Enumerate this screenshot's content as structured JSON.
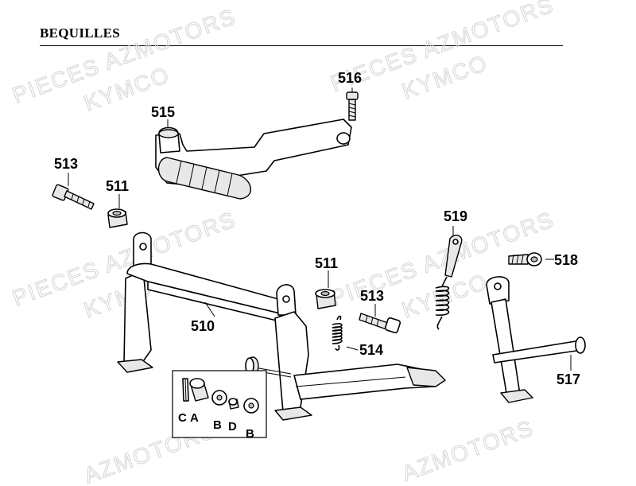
{
  "page": {
    "title": "BEQUILLES"
  },
  "watermarks": [
    {
      "text": "PIECES AZMOTORS"
    },
    {
      "text": "KYMCO"
    },
    {
      "text": "PIECES AZMOTORS"
    },
    {
      "text": "KYMCO"
    },
    {
      "text": "PIECES AZMOTORS"
    },
    {
      "text": "KYMCO"
    },
    {
      "text": "PIECES AZMOTORS"
    },
    {
      "text": "KYMCO"
    },
    {
      "text": "AZMOTORS"
    },
    {
      "text": "AZMOTORS"
    }
  ],
  "callouts": {
    "p516": "516",
    "p515": "515",
    "p513a": "513",
    "p511a": "511",
    "p519": "519",
    "p518": "518",
    "p511b": "511",
    "p513b": "513",
    "p510": "510",
    "p514": "514",
    "p517": "517"
  },
  "kit_labels": {
    "c": "C",
    "a": "A",
    "b1": "B",
    "d": "D",
    "b2": "B"
  }
}
